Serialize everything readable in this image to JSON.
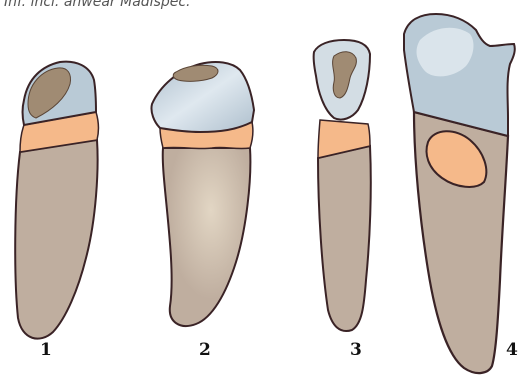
{
  "caption": "Inf. incl. anwear Madispec.",
  "labels": [
    "1",
    "2",
    "3",
    "4"
  ],
  "colors": {
    "root": "#bfae9f",
    "root_light": "#d6c7b4",
    "crown_enamel": "#b9cad6",
    "crown_highlight": "#e8eff4",
    "dentin_band": "#f5b98a",
    "wear_facet": "#a08b73",
    "outline": "#3a2326"
  }
}
